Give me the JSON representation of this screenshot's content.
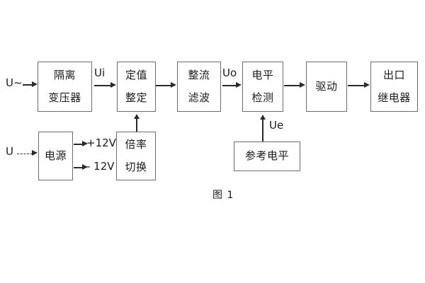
{
  "diagram": {
    "caption": "图 1",
    "blocks": [
      {
        "id": "isolation-transformer",
        "lines": [
          "隔离",
          "变压器"
        ]
      },
      {
        "id": "setting-value",
        "lines": [
          "定值",
          "整定"
        ]
      },
      {
        "id": "rectify-filter",
        "lines": [
          "整流",
          "滤波"
        ]
      },
      {
        "id": "level-detection",
        "lines": [
          "电平",
          "检测"
        ]
      },
      {
        "id": "drive",
        "lines": [
          "驱动"
        ]
      },
      {
        "id": "output-relay",
        "lines": [
          "出口",
          "继电器"
        ]
      },
      {
        "id": "power-supply",
        "lines": [
          "电源"
        ]
      },
      {
        "id": "multiplier-switch",
        "lines": [
          "倍率",
          "切换"
        ]
      },
      {
        "id": "reference-level",
        "lines": [
          "参考电平"
        ]
      }
    ],
    "labels": {
      "ac_input": "U~",
      "dc_input": "U",
      "ui": "Ui",
      "uo": "Uo",
      "ue": "Ue",
      "pos12v": "+12V",
      "neg12v": "- 12V"
    },
    "colors": {
      "box_border": "#6b6b6b",
      "arrow": "#2b2b2b",
      "text": "#1a1a1a",
      "background": "#ffffff"
    }
  }
}
